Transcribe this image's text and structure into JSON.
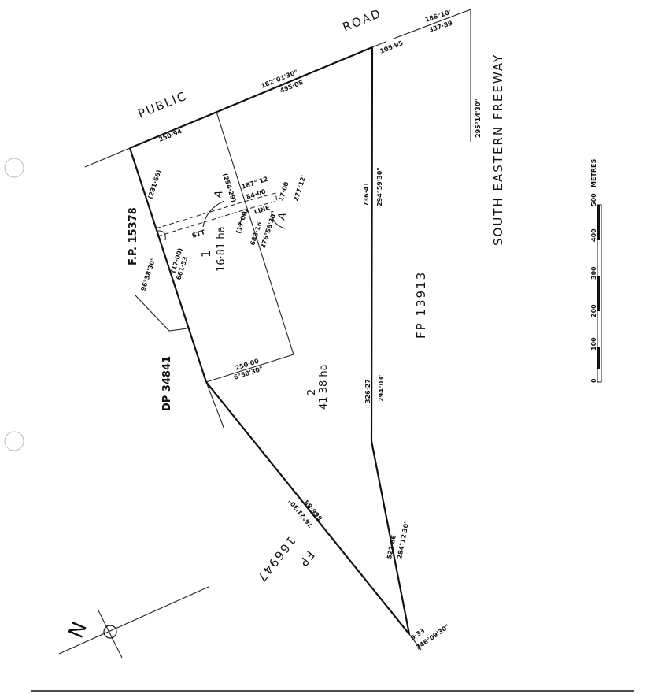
{
  "roads": {
    "public": "PUBLIC",
    "road": "ROAD",
    "freeway": "SOUTH EASTERN FREEWAY"
  },
  "adjoining": {
    "fp15378": "F.P. 15378",
    "dp34841": "DP 34841",
    "fp13913": "FP 13913",
    "fp166947_a": "FP",
    "fp166947_b": "166947"
  },
  "lots": [
    {
      "number": "1",
      "area": "16·81 ha"
    },
    {
      "number": "2",
      "area": "41·38 ha"
    }
  ],
  "dimensions": {
    "road_bearing": "182°01'30\"",
    "road_length": "455·08",
    "road_west": "250·94",
    "road_east": "105·95",
    "ne_bearing": "186°10'",
    "ne_length": "337·89",
    "freeway_bearing": "295°14'30\"",
    "lot1_west_paren": "(231·66)",
    "lot1_west_bearing": "96°58'30\"",
    "lot1_west_length": "661·53",
    "lot1_east_paren": "(254·29)",
    "lot1_east_length": "683·16",
    "lot1_east_bearing": "276°58'30\"",
    "ease_bearing": "187° 12'",
    "ease_length": "84·00",
    "ease_w": "17·00",
    "ease_w_bearing": "277°12'",
    "ease_paren_left": "(17·00)",
    "ease_paren_right": "(17·00)",
    "ease_stt": "STT",
    "ease_line": "LINE",
    "section_a1": "A",
    "section_a2": "A",
    "lot1_south_length": "250·00",
    "lot1_south_bearing": "6°58'30\"",
    "east_top_length": "736·41",
    "east_top_bearing": "294°59'30\"",
    "east_mid_length": "326·27",
    "east_mid_bearing": "294°03'",
    "east_low_length": "522·86",
    "east_low_bearing": "284°12'30\"",
    "diag_length": "866·88",
    "diag_bearing": "76°21'30\"",
    "corner_length": "9·33",
    "corner_bearing": "346°09'30\""
  },
  "scale": {
    "ticks": [
      "0",
      "100",
      "200",
      "300",
      "400",
      "500"
    ],
    "unit": "METRES"
  },
  "north": "N"
}
